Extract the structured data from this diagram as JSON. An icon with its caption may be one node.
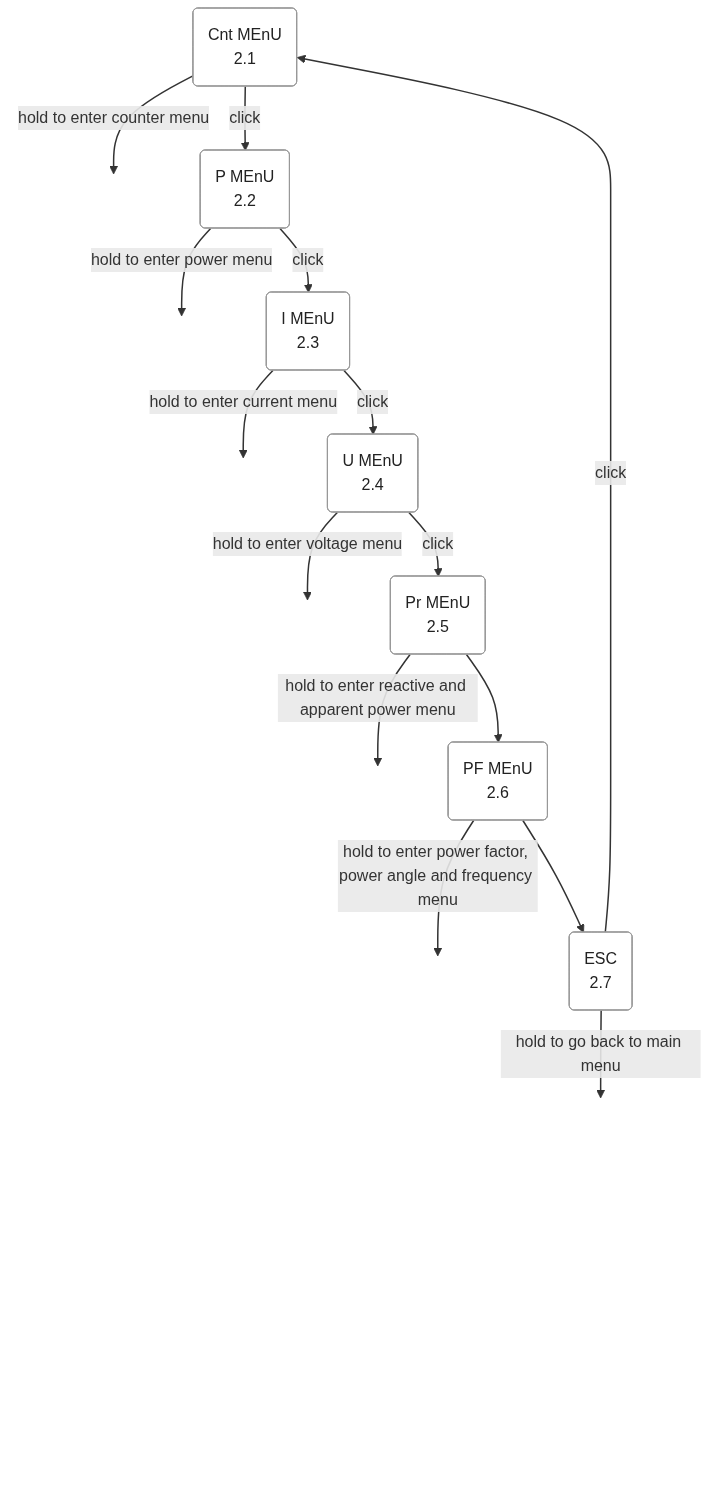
{
  "diagram": {
    "nodes": [
      {
        "text": [
          "Cnt MEnU",
          "2.1"
        ]
      },
      {
        "text": [
          "P MEnU",
          "2.2"
        ]
      },
      {
        "text": [
          "I MEnU",
          "2.3"
        ]
      },
      {
        "text": [
          "U MEnU",
          "2.4"
        ]
      },
      {
        "text": [
          "Pr MEnU",
          "2.5"
        ]
      },
      {
        "text": [
          "PF MEnU",
          "2.6"
        ]
      },
      {
        "text": [
          "ESC",
          "2.7"
        ]
      }
    ],
    "edges": [
      {
        "from": 0,
        "to": null,
        "arrow": "to",
        "label": "hold to enter counter menu"
      },
      {
        "from": 0,
        "to": 1,
        "arrow": "to",
        "label": "click"
      },
      {
        "from": 1,
        "to": null,
        "arrow": "to",
        "label": "hold to enter power menu"
      },
      {
        "from": 1,
        "to": 2,
        "arrow": "to",
        "label": "click"
      },
      {
        "from": 2,
        "to": null,
        "arrow": "to",
        "label": "hold to enter current menu"
      },
      {
        "from": 2,
        "to": 3,
        "arrow": "to",
        "label": "click"
      },
      {
        "from": 3,
        "to": null,
        "arrow": "to",
        "label": "hold to enter voltage menu"
      },
      {
        "from": 3,
        "to": 4,
        "arrow": "to",
        "label": "click"
      },
      {
        "from": 4,
        "to": null,
        "arrow": "to",
        "label": "hold to enter reactive and apparent power menu"
      },
      {
        "from": 4,
        "to": 5,
        "arrow": "to"
      },
      {
        "from": 5,
        "to": null,
        "arrow": "to",
        "label": "hold to enter power factor, power angle and frequency menu"
      },
      {
        "from": 5,
        "to": 6,
        "arrow": "to"
      },
      {
        "from": 6,
        "to": null,
        "arrow": "to",
        "label": "hold to go back to main menu"
      },
      {
        "from": 6,
        "to": 0,
        "arrow": "to",
        "label": "click"
      }
    ]
  }
}
